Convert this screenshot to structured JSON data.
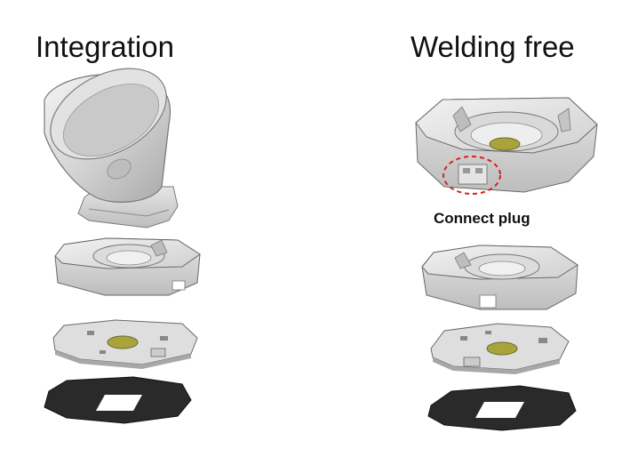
{
  "columns": {
    "left": {
      "title": "Integration"
    },
    "right": {
      "title": "Welding free",
      "callout": "Connect plug"
    }
  },
  "colors": {
    "part_light": "#e9e9e9",
    "part_mid": "#cfcfcf",
    "part_dark": "#9c9c9c",
    "outline": "#6a6a6a",
    "led_chip": "#a8a43a",
    "gasket": "#2a2a2a",
    "callout_circle": "#d92020"
  },
  "parts": {
    "left": [
      "reflector",
      "led-holder",
      "pcb-board",
      "thermal-pad"
    ],
    "right": [
      "holder-with-connector",
      "led-holder",
      "pcb-board",
      "thermal-pad"
    ]
  }
}
